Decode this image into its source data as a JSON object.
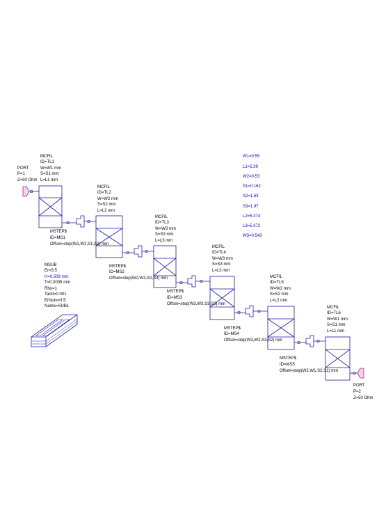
{
  "colors": {
    "wire": "#1a1aa6",
    "text": "#000000",
    "var_text": "#0000cc",
    "port_fill": "#f2d2ea",
    "port_stroke": "#a0306e"
  },
  "ports": [
    {
      "name": "PORT",
      "num": "P=1",
      "z": "Z=50 Ohm"
    },
    {
      "name": "PORT",
      "num": "P=2",
      "z": "Z=50 Ohm"
    }
  ],
  "couplers": [
    {
      "type": "MCFIL",
      "id": "ID=TL1",
      "w": "W=W1 mm",
      "s": "S=S1 mm",
      "l": "L=L1 mm"
    },
    {
      "type": "MCFIL",
      "id": "ID=TL2",
      "w": "W=W2 mm",
      "s": "S=S2 mm",
      "l": "L=L2 mm"
    },
    {
      "type": "MCFIL",
      "id": "ID=TL3",
      "w": "W=W3 mm",
      "s": "S=S3 mm",
      "l": "L=L3 mm"
    },
    {
      "type": "MCFIL",
      "id": "ID=TL4",
      "w": "W=W3 mm",
      "s": "S=S3 mm",
      "l": "L=L3 mm"
    },
    {
      "type": "MCFIL",
      "id": "ID=TL5",
      "w": "W=W2 mm",
      "s": "S=S2 mm",
      "l": "L=L2 mm"
    },
    {
      "type": "MCFIL",
      "id": "ID=TL6",
      "w": "W=W1 mm",
      "s": "S=S1 mm",
      "l": "L=L1 mm"
    }
  ],
  "steps": [
    {
      "type": "MSTEP$",
      "id": "ID=MS1",
      "offset": "Offset=step(W1,W2,S1,S2) mm"
    },
    {
      "type": "MSTEP$",
      "id": "ID=MS2",
      "offset": "Offset=step(W2,W3,S2,S3) mm"
    },
    {
      "type": "MSTEP$",
      "id": "ID=MS3",
      "offset": "Offset=step(W3,W3,S3,S3) mm"
    },
    {
      "type": "MSTEP$",
      "id": "ID=MS4",
      "offset": "Offset=step(W3,W2,S3,S2) mm"
    },
    {
      "type": "MSTEP$",
      "id": "ID=MS5",
      "offset": "Offset=step(W2,W1,S2,S1) mm"
    }
  ],
  "msub": {
    "name": "MSUB",
    "er": "Er=3.5",
    "h": "H=0.508 mm",
    "t": "T=0.0035 mm",
    "rho": "Rho=1",
    "tand": "Tand=0.001",
    "erNom": "ErNom=3.5",
    "matname": "Name=SUB1"
  },
  "variables": [
    "W1=0.55",
    "L1=5.39",
    "W2=0.53",
    "S1=0.162",
    "S2=1.63",
    "S3=1.97",
    "L2=5.374",
    "L3=5.372",
    "W3=0.543"
  ]
}
